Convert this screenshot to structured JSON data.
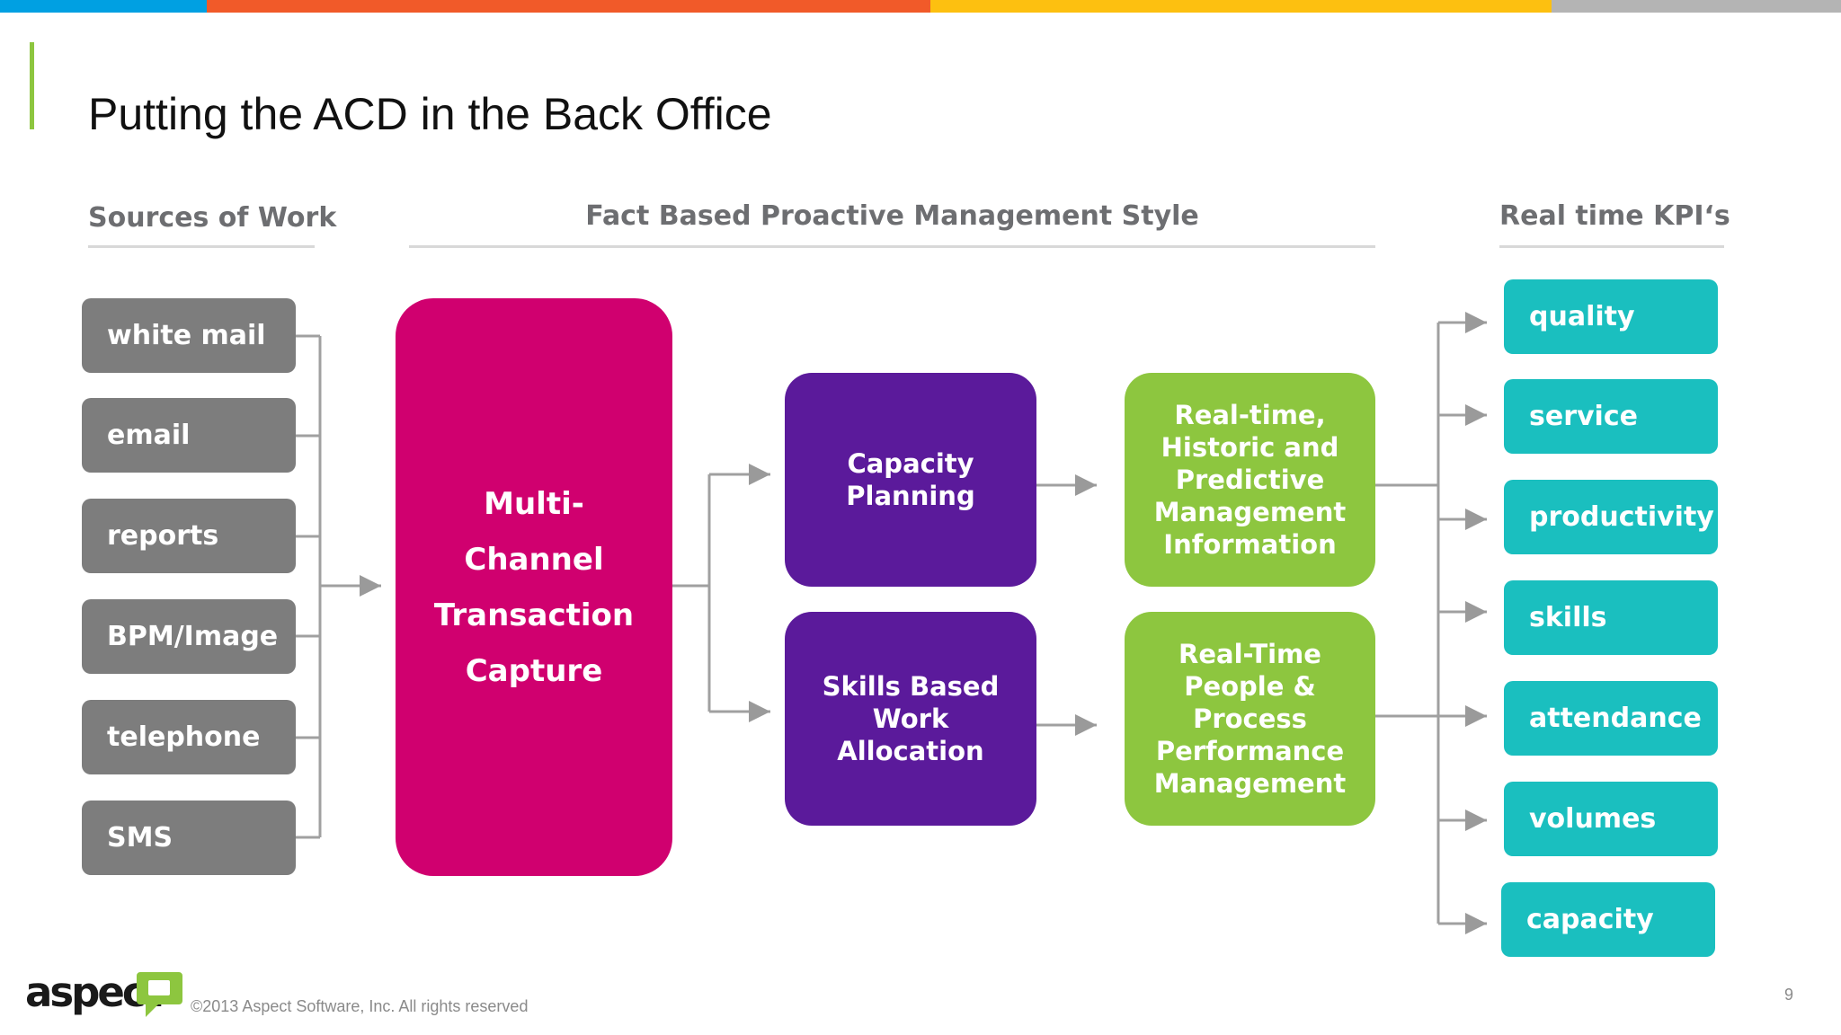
{
  "title": "Putting the ACD in the Back Office",
  "brand_colors": {
    "bar": [
      "#00a0e2",
      "#f15a29",
      "#fdc010",
      "#b4b4b4"
    ],
    "source_gray": "#7d7d7d",
    "capture_magenta": "#d0006f",
    "process_purple": "#5b1a9b",
    "info_green": "#8dc63f",
    "kpi_teal": "#1abfbf"
  },
  "headers": {
    "sources": "Sources of Work",
    "management": "Fact Based Proactive Management Style",
    "kpis": "Real time KPI‘s"
  },
  "sources": [
    "white mail",
    "email",
    "reports",
    "BPM/Image",
    "telephone",
    "SMS"
  ],
  "capture": "Multi-Channel Transaction Capture",
  "processes": {
    "capacity": "Capacity Planning",
    "skills": "Skills Based Work Allocation"
  },
  "outputs": {
    "info": "Real-time, Historic and Predictive Management Information",
    "performance": "Real-Time People & Process Performance Management"
  },
  "kpis": [
    "quality",
    "service",
    "productivity",
    "skills",
    "attendance",
    "volumes",
    "capacity"
  ],
  "footer": {
    "logo_text": "aspect",
    "copyright": "©2013 Aspect Software, Inc. All rights reserved",
    "page_number": "9"
  }
}
